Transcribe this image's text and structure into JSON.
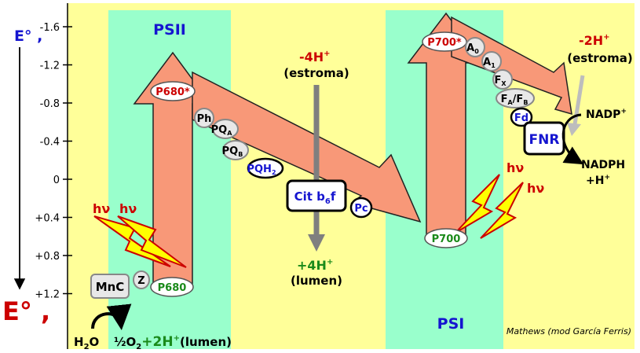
{
  "colors": {
    "background": "#ffff99",
    "band": "#99ffcc",
    "arrow": "#f89878",
    "arrow_stroke": "#222222",
    "blue": "#1515d0",
    "red": "#cc0000",
    "green": "#1a8a1a",
    "grey_arrow": "#7f7f7f"
  },
  "axis": {
    "title_top": "E° ,",
    "title_bottom": "E° ,",
    "ticks": [
      "-1.6",
      "-1.2",
      "-0.8",
      "-0.4",
      "0",
      "+0.4",
      "+0.8",
      "+1.2"
    ]
  },
  "regions": {
    "psii": "PSII",
    "psi": "PSI"
  },
  "psii": {
    "hv1": "hν",
    "hv2": "hν",
    "p680": "P680",
    "p680_star": "P680*",
    "mnc": "MnC",
    "z": "Z",
    "ph": "Ph",
    "pqa": "PQ",
    "pqa_sub": "A",
    "pqb": "PQ",
    "pqb_sub": "B",
    "pqh2": "PQH",
    "pqh2_sub": "2"
  },
  "water": {
    "h2o": "H",
    "h2o_sub": "2",
    "h2o_o": "O",
    "half": "½",
    "o2": "O",
    "o2_sub": "2",
    "plus_2h": "+2H",
    "plus": "+",
    "lumen": "(lumen)"
  },
  "cytb6f": {
    "label_a": "Cit b",
    "label_sub": "6",
    "label_b": "f",
    "pc": "Pc",
    "h_top": "-4H",
    "h_top_sup": "+",
    "h_top_loc": "(estroma)",
    "h_bottom": "+4H",
    "h_bottom_sup": "+",
    "h_bottom_loc": "(lumen)"
  },
  "psi": {
    "p700": "P700",
    "p700_star": "P700*",
    "hv1": "hν",
    "hv2": "hν",
    "a0": "A",
    "a0_sub": "0",
    "a1": "A",
    "a1_sub": "1",
    "fx": "F",
    "fx_sub": "X",
    "fafb_a": "F",
    "fafb_a_sub": "A",
    "fafb_slash": "/F",
    "fafb_b_sub": "B",
    "fd": "Fd",
    "fnr": "FNR"
  },
  "nadp": {
    "h_label": "-2H",
    "h_sup": "+",
    "h_loc": "(estroma)",
    "nadp": "NADP",
    "nadp_sup": "+",
    "nadph": "NADPH",
    "h_plus": "+H",
    "h_plus_sup": "+"
  },
  "credit": "Mathews (mod  García Ferris)"
}
